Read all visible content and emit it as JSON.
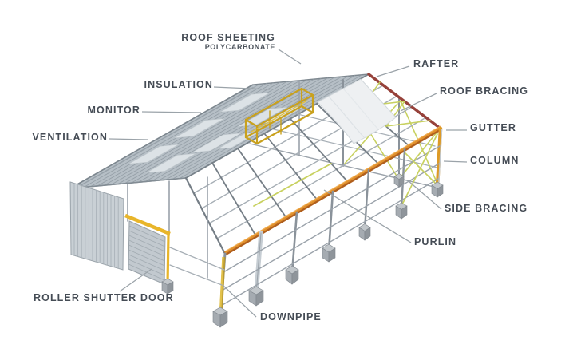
{
  "diagram": {
    "subject": "steel structure warehouse building parts"
  },
  "labels": {
    "roof_sheeting": {
      "text": "ROOF SHEETING",
      "subtext": "POLYCARBONATE"
    },
    "insulation": {
      "text": "INSULATION"
    },
    "monitor": {
      "text": "MONITOR"
    },
    "ventilation": {
      "text": "VENTILATION"
    },
    "rafter": {
      "text": "RAFTER"
    },
    "roof_bracing": {
      "text": "ROOF BRACING"
    },
    "gutter": {
      "text": "GUTTER"
    },
    "column": {
      "text": "COLUMN"
    },
    "side_bracing": {
      "text": "SIDE BRACING"
    },
    "purlin": {
      "text": "PURLIN"
    },
    "roller_shutter_door": {
      "text": "ROLLER SHUTTER DOOR"
    },
    "downpipe": {
      "text": "DOWNPIPE"
    }
  },
  "colors": {
    "background": "#ffffff",
    "label_text": "#454c55",
    "leader_line": "#9ba3a9",
    "roof_sheeting_gray": "#b6bfc6",
    "skylight_polycarbonate": "#dce2e6",
    "steel_frame_gray": "#8a929a",
    "purlin_gray": "#a6aeb5",
    "gutter_orange": "#d6851f",
    "rafter_red": "#96413a",
    "bracing_lime": "#c8d160",
    "monitor_yellow": "#c9a11d",
    "downpipe_yellow": "#e2c14b",
    "corner_column_amber": "#dd9a26",
    "concrete_gray": "#a5abb1",
    "cladding_gray": "#c9d0d5"
  }
}
